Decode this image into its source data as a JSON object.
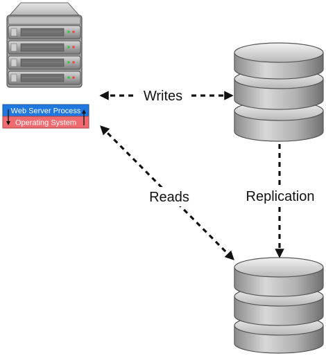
{
  "nodes": {
    "server": {
      "icon": "server-rack-icon"
    },
    "process_box": {
      "top_label": "Web Server Process",
      "bottom_label": "Operating System",
      "top_color": "#1f78e0",
      "bottom_color": "#ef6b6f"
    },
    "primary_db": {
      "icon": "database-icon"
    },
    "replica_db": {
      "icon": "database-icon"
    }
  },
  "edges": {
    "writes": {
      "label": "Writes",
      "from": "server",
      "to": "primary_db",
      "direction": "both"
    },
    "reads": {
      "label": "Reads",
      "from": "server",
      "to": "replica_db",
      "direction": "both"
    },
    "replication": {
      "label": "Replication",
      "from": "primary_db",
      "to": "replica_db",
      "direction": "forward"
    }
  }
}
